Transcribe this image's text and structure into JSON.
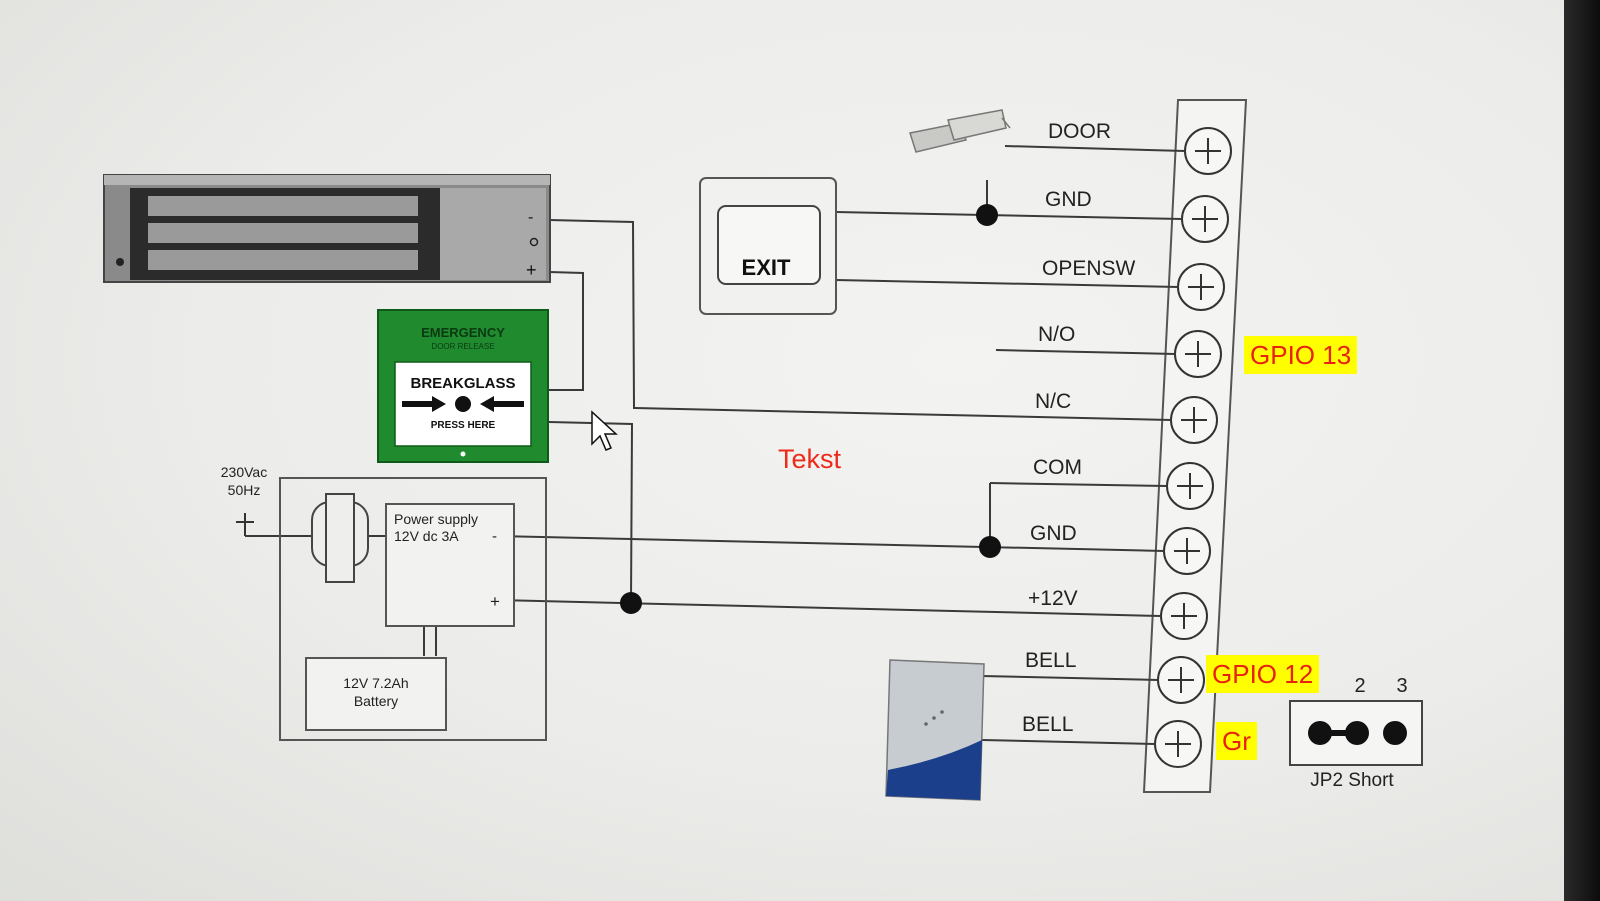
{
  "terminals": [
    {
      "label": "DOOR"
    },
    {
      "label": "GND"
    },
    {
      "label": "OPENSW"
    },
    {
      "label": "N/O"
    },
    {
      "label": "N/C"
    },
    {
      "label": "COM"
    },
    {
      "label": "GND"
    },
    {
      "label": "+12V"
    },
    {
      "label": "BELL"
    },
    {
      "label": "BELL"
    }
  ],
  "annotations": {
    "gpio13": "GPIO 13",
    "gpio12": "GPIO 12",
    "gr": "Gr",
    "tekst": "Tekst"
  },
  "exit_button": {
    "label": "EXIT"
  },
  "maglock": {
    "minus": "-",
    "plus": "+"
  },
  "breakglass": {
    "line1": "EMERGENCY",
    "line2": "DOOR RELEASE",
    "line3": "BREAKGLASS",
    "line4": "PRESS HERE"
  },
  "mains": {
    "line1": "230Vac",
    "line2": "50Hz"
  },
  "power_supply": {
    "line1": "Power supply",
    "line2": "12V dc 3A",
    "minus": "-",
    "plus": "+"
  },
  "battery": {
    "line1": "12V 7.2Ah",
    "line2": "Battery"
  },
  "jumper": {
    "pin2": "2",
    "pin3": "3",
    "label": "JP2 Short"
  },
  "colors": {
    "wire": "#3a3a3a",
    "highlight_bg": "#ffff00",
    "highlight_text": "#e8220f",
    "breakglass_green": "#1f8a2e"
  }
}
